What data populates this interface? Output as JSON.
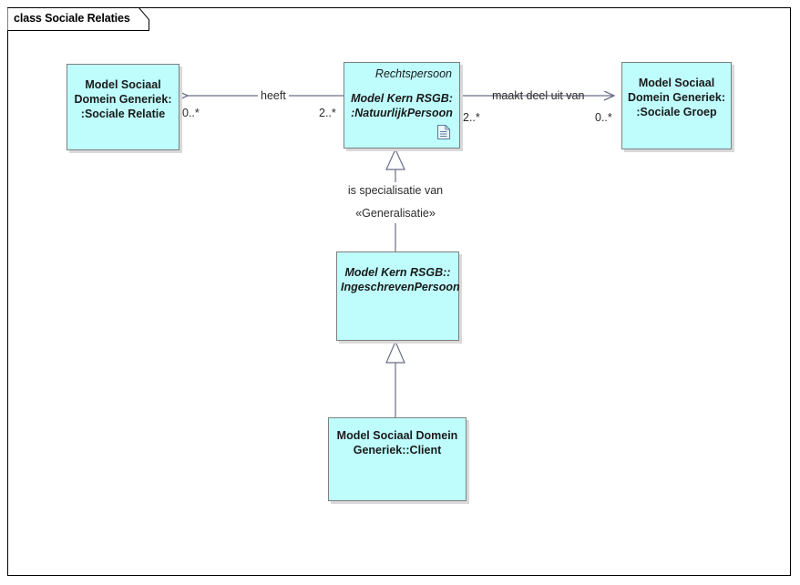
{
  "diagram": {
    "tab_label": "class Sociale Relaties",
    "frame_color": "#000000",
    "background": "#ffffff",
    "class_fill": "#bffdfd",
    "class_border": "#7f7f7f",
    "connector_color": "#6b6f8a"
  },
  "classes": [
    {
      "id": "sociale-relatie",
      "name": "Model Sociaal\nDomein Generiek:\n:Sociale Relatie",
      "stereotype": "",
      "italic": false
    },
    {
      "id": "natuurlijkpersoon",
      "name": "Model Kern RSGB:\n:NatuurlijkPersoon",
      "stereotype": "Rechtspersoon",
      "italic": true
    },
    {
      "id": "sociale-groep",
      "name": "Model Sociaal\nDomein Generiek:\n:Sociale Groep",
      "stereotype": "",
      "italic": false
    },
    {
      "id": "ingeschrevenpersoon",
      "name": "Model Kern RSGB::\nIngeschrevenPersoon",
      "stereotype": "",
      "italic": true
    },
    {
      "id": "client",
      "name": "Model Sociaal Domein\nGeneriek::Client",
      "stereotype": "",
      "italic": false
    }
  ],
  "connectors": {
    "heeft": {
      "label": "heeft",
      "source_multiplicity": "2..*",
      "target_multiplicity": "0..*"
    },
    "maakt_deel_uit_van": {
      "label": "maakt deel uit van",
      "source_multiplicity": "2..*",
      "target_multiplicity": "0..*"
    },
    "generalisatie_np": {
      "label": "is specialisatie van",
      "stereotype": "«Generalisatie»"
    },
    "generalisatie_client": {
      "label": "",
      "stereotype": ""
    }
  }
}
